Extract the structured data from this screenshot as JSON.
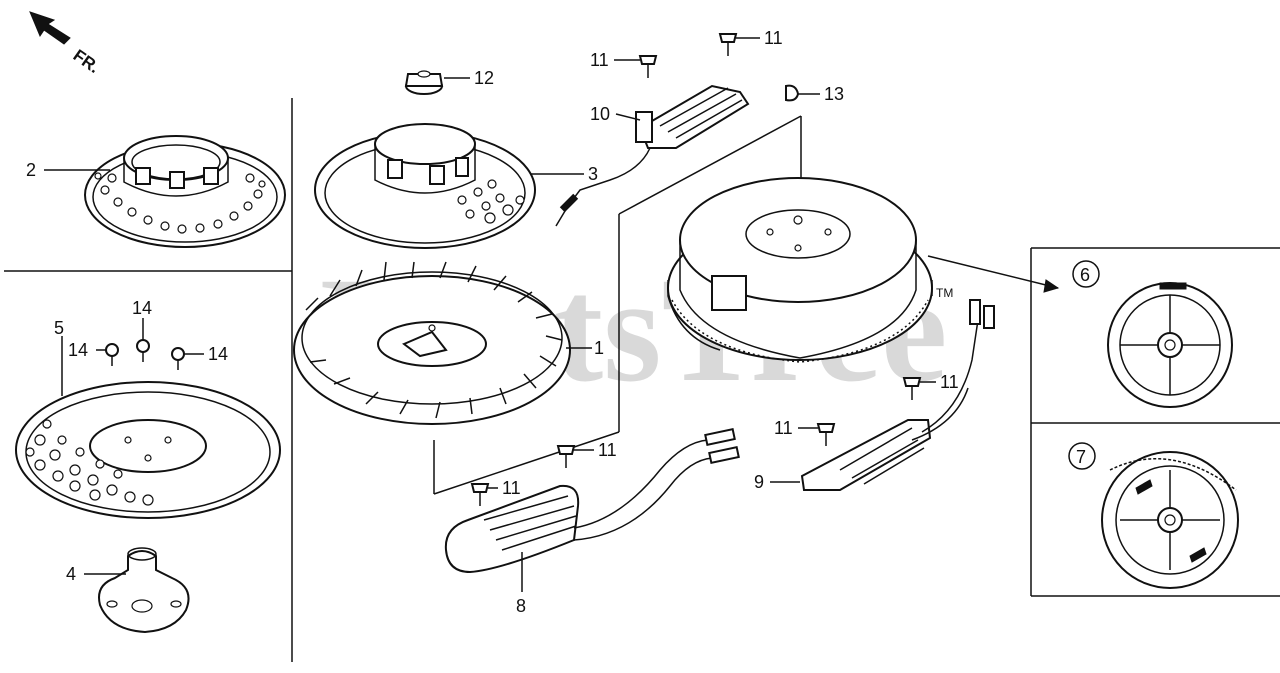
{
  "watermark": "PartsTree",
  "trademark": "TM",
  "direction_marker": "FR.",
  "callouts": {
    "c1": "1",
    "c2": "2",
    "c3": "3",
    "c4": "4",
    "c5": "5",
    "c6": "6",
    "c7": "7",
    "c8": "8",
    "c9": "9",
    "c10": "10",
    "c11a": "11",
    "c11b": "11",
    "c11c": "11",
    "c11d": "11",
    "c11e": "11",
    "c11f": "11",
    "c12": "12",
    "c13": "13",
    "c14a": "14",
    "c14b": "14",
    "c14c": "14"
  }
}
